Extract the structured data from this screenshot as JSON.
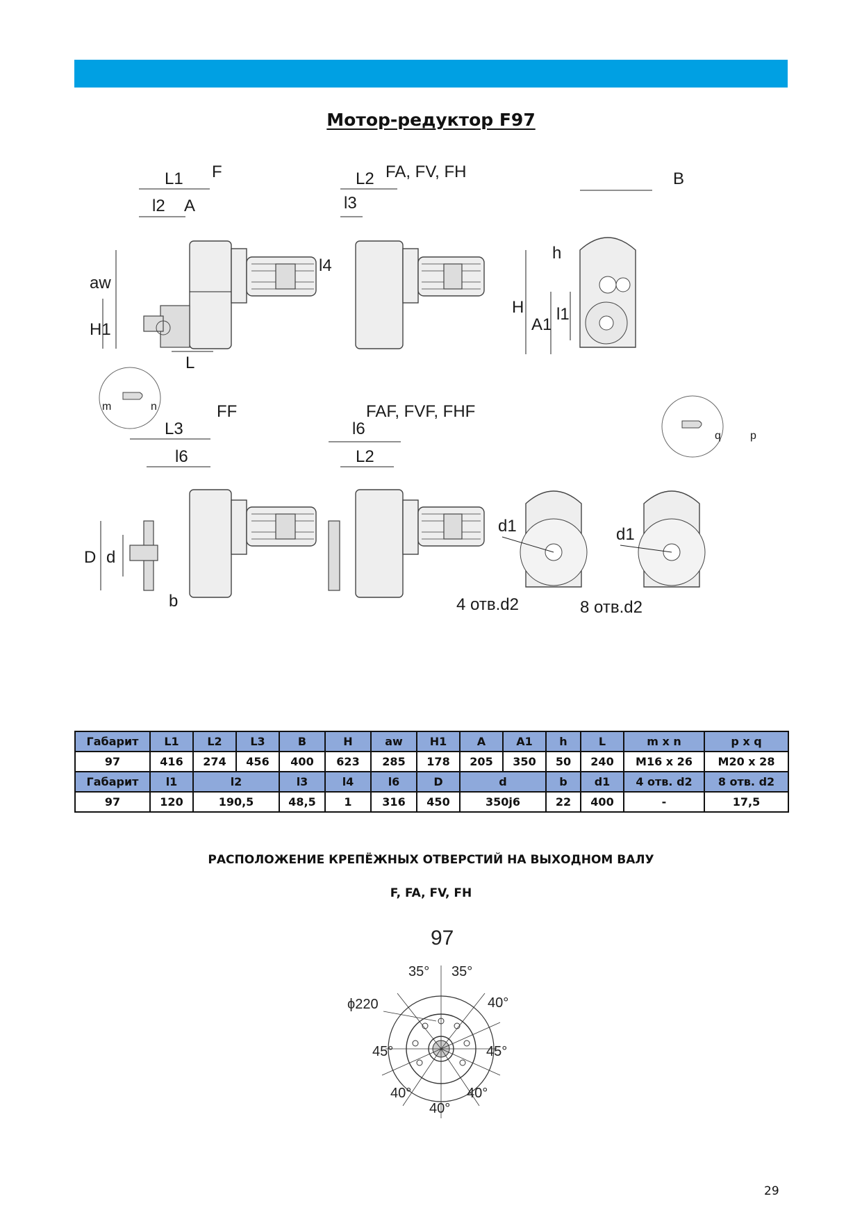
{
  "page": {
    "title": "Мотор-редуктор F97",
    "page_number": "29",
    "banner_color": "#00a0e3",
    "table_header_color": "#8ea9db"
  },
  "drawings": {
    "view_labels": [
      "F",
      "FA, FV, FH",
      "FF",
      "FAF, FVF, FHF"
    ],
    "dimension_labels": [
      "L1",
      "l2",
      "A",
      "L2",
      "l3",
      "l4",
      "B",
      "h",
      "H",
      "A1",
      "l1",
      "aw",
      "H1",
      "L",
      "m",
      "n",
      "q",
      "p",
      "L3",
      "l6",
      "D",
      "d",
      "b",
      "d1",
      "4 отв.d2",
      "8 отв.d2"
    ]
  },
  "table": {
    "rows": [
      [
        "Габарит",
        "L1",
        "L2",
        "L3",
        "B",
        "H",
        "aw",
        "H1",
        "A",
        "A1",
        "h",
        "L",
        "m x n",
        "p x q"
      ],
      [
        "97",
        "416",
        "274",
        "456",
        "400",
        "623",
        "285",
        "178",
        "205",
        "350",
        "50",
        "240",
        "M16 x 26",
        "M20 x 28"
      ],
      [
        "Габарит",
        "l1",
        "l2",
        "l3",
        "l4",
        "l6",
        "D",
        "d",
        "b",
        "d1",
        "4 отв. d2",
        "8 отв. d2"
      ],
      [
        "97",
        "120",
        "190,5",
        "48,5",
        "1",
        "316",
        "450",
        "350j6",
        "22",
        "400",
        "-",
        "17,5"
      ]
    ]
  },
  "section": {
    "heading": "РАСПОЛОЖЕНИЕ КРЕПЁЖНЫХ ОТВЕРСТИЙ НА ВЫХОДНОМ ВАЛУ",
    "subheading": "F, FA, FV, FH"
  },
  "hole_diagram": {
    "size": "97",
    "diameter": "ϕ220",
    "angles": [
      "35°",
      "35°",
      "40°",
      "45°",
      "45°",
      "40°",
      "40°",
      "40°"
    ]
  }
}
